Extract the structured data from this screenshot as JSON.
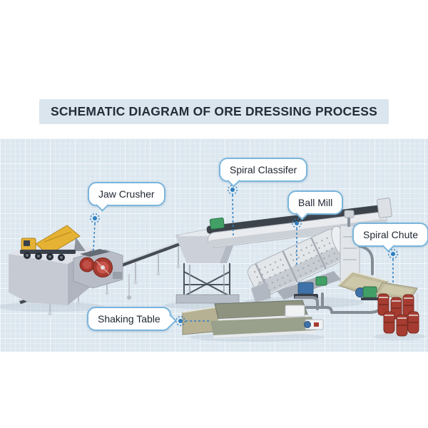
{
  "title": "SCHEMATIC DIAGRAM OF ORE DRESSING PROCESS",
  "callouts": [
    {
      "id": "jaw-crusher",
      "label": "Jaw Crusher"
    },
    {
      "id": "spiral-classifier",
      "label": "Spiral Classifer"
    },
    {
      "id": "ball-mill",
      "label": "Ball Mill"
    },
    {
      "id": "spiral-chute",
      "label": "Spiral Chute"
    },
    {
      "id": "shaking-table",
      "label": "Shaking Table"
    }
  ],
  "icons": {
    "callout_marker": "dashed-ring-dot"
  },
  "colors": {
    "accent_blue": "#2e7fc1",
    "bubble_border": "#79b5dc",
    "title_bg": "#dbe5ee",
    "title_text": "#242d39",
    "diagram_bg": "#dce7ef",
    "truck_yellow": "#e5b233",
    "machine_red": "#a63c31",
    "machine_green": "#42a066",
    "machine_blue": "#3f72a8"
  }
}
